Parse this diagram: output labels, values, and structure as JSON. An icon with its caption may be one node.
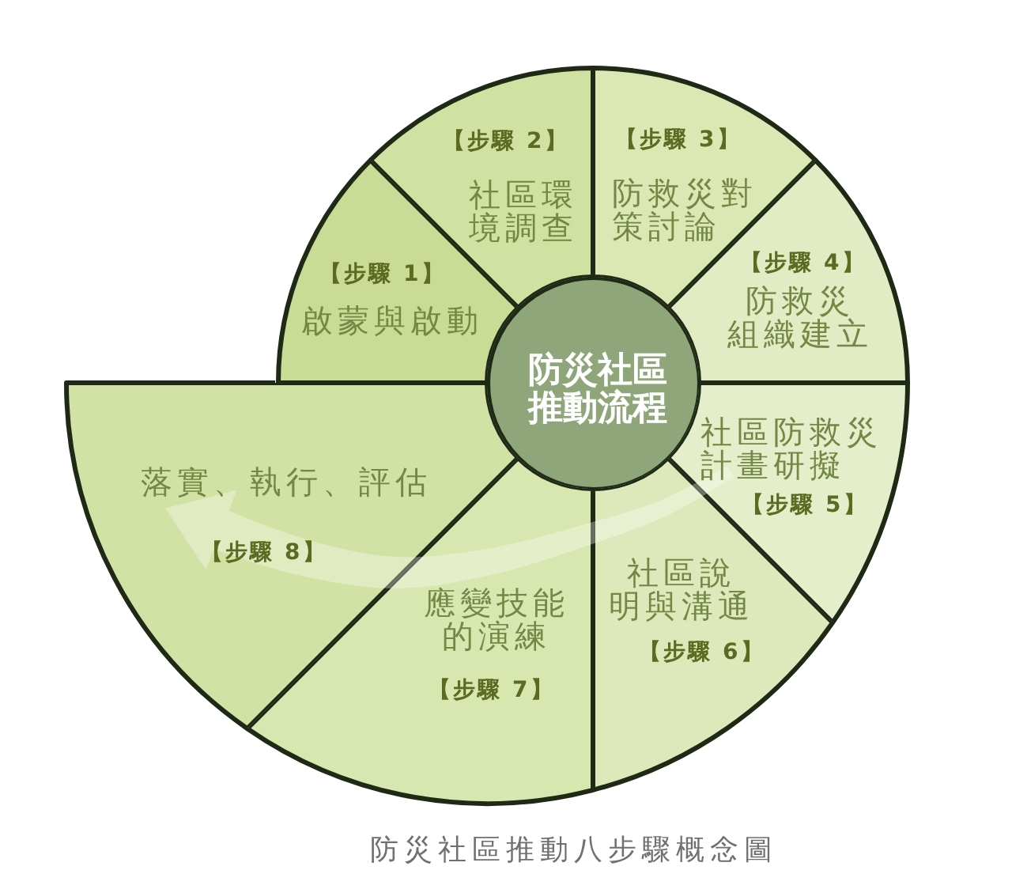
{
  "diagram": {
    "caption": "防災社區推動八步驟概念圖",
    "nodes": [
      {
        "text": [
          "防災社區推動流程"
        ]
      },
      {
        "text": [
          "【步驟 1】",
          "啟蒙與啟動"
        ]
      },
      {
        "text": [
          "【步驟 2】",
          "社區環境調查"
        ]
      },
      {
        "text": [
          "【步驟 3】",
          "防救災對策討論"
        ]
      },
      {
        "text": [
          "【步驟 4】",
          "防救災組織建立"
        ]
      },
      {
        "text": [
          "社區防救災計畫研擬",
          "【步驟 5】"
        ]
      },
      {
        "text": [
          "社區說明與溝通",
          "【步驟 6】"
        ]
      },
      {
        "text": [
          "應變技能的演練",
          "【步驟 7】"
        ]
      },
      {
        "text": [
          "落實、執行、評估",
          "【步驟 8】"
        ]
      }
    ]
  }
}
